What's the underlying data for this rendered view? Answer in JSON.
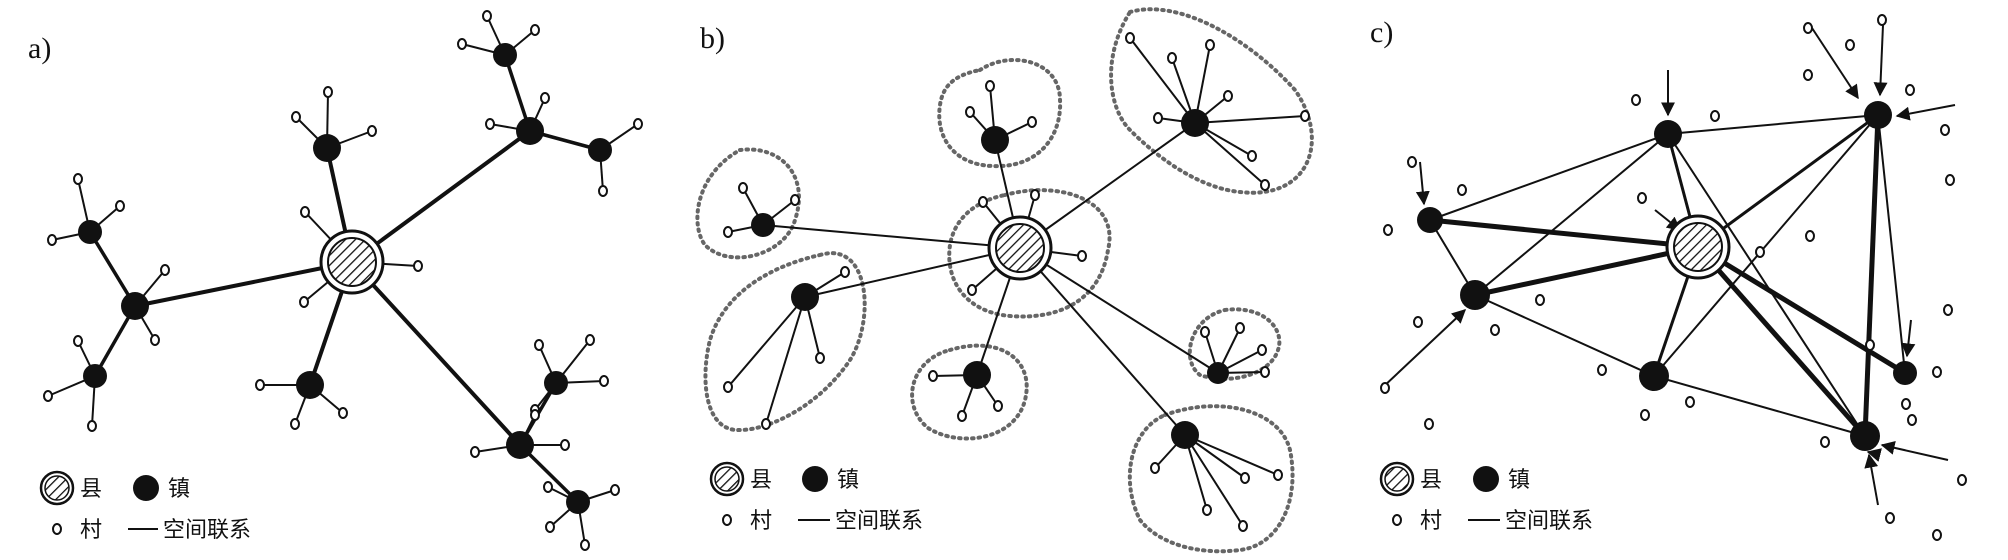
{
  "panels": [
    {
      "label": "a)"
    },
    {
      "label": "b)"
    },
    {
      "label": "c)"
    }
  ],
  "legend": {
    "county": "县",
    "town": "镇",
    "village": "村",
    "link": "空间联系"
  }
}
